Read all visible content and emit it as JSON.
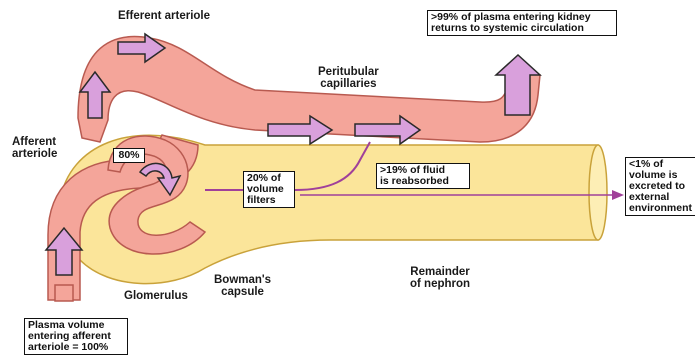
{
  "colors": {
    "background": "#ffffff",
    "vessel_fill": "#f4a59a",
    "vessel_stroke": "#b85a50",
    "nephron_fill": "#fbe59a",
    "nephron_stroke": "#c9a23a",
    "flow_arrow_fill": "#d9a0dc",
    "flow_arrow_stroke": "#2a2a2a",
    "flow_line": "#a0409a",
    "text": "#1a1a1a"
  },
  "labels": {
    "efferent_arteriole": "Efferent arteriole",
    "afferent_arteriole": "Afferent\narteriole",
    "peritubular_capillaries": "Peritubular\ncapillaries",
    "glomerulus": "Glomerulus",
    "bowmans_capsule": "Bowman's\ncapsule",
    "remainder_of_nephron": "Remainder\nof nephron"
  },
  "boxes": {
    "plasma_returns": ">99% of plasma entering kidney\nreturns to systemic circulation",
    "excreted": "<1% of\nvolume is\nexcreted to\nexternal\nenvironment",
    "fluid_reabsorbed": ">19% of fluid\nis reabsorbed",
    "volume_filters": "20% of\nvolume\nfilters",
    "percent_80": "80%",
    "plasma_volume": "Plasma volume\nentering afferent\narteriole = 100%"
  }
}
